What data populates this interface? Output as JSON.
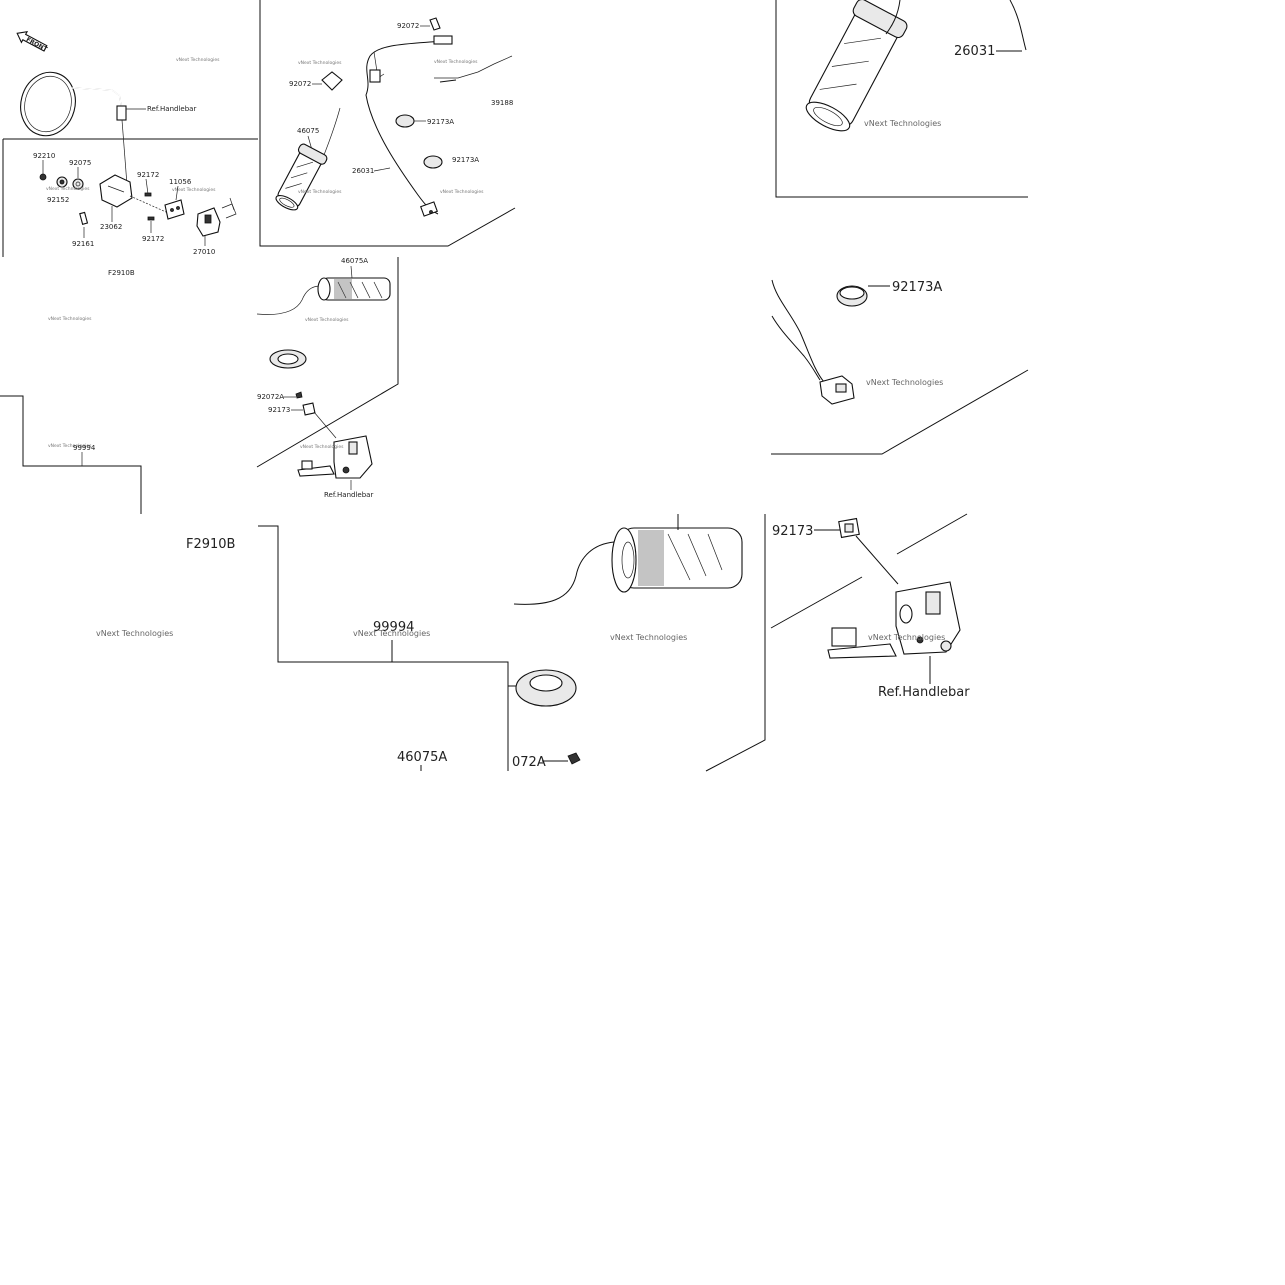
{
  "front_badge": "FRONT",
  "watermark": "vNext Technologies",
  "part_labels": {
    "p92072_a": "92072",
    "p92072_b": "92072",
    "p46075": "46075",
    "p26031": "26031",
    "p92173A_a": "92173A",
    "p92173A_b": "92173A",
    "p39188": "39188",
    "ref_handlebar_1": "Ref.Handlebar",
    "p92210": "92210",
    "p92075": "92075",
    "p92152": "92152",
    "p92172_a": "92172",
    "p92172_b": "92172",
    "p11056": "11056",
    "p23062": "23062",
    "p92161": "92161",
    "p27010": "27010",
    "f2910b_small": "F2910B",
    "p46075A_small": "46075A",
    "p92072A_small": "92072A",
    "p92173_small": "92173",
    "ref_handlebar_2": "Ref.Handlebar",
    "p99994_small": "99994",
    "p26031_large": "26031",
    "p92173A_large": "92173A",
    "f2910b_large": "F2910B",
    "p99994_large": "99994",
    "p46075A_large": "46075A",
    "p92072A_large": "072A",
    "p92173_large": "92173",
    "ref_handlebar_large": "Ref.Handlebar"
  }
}
